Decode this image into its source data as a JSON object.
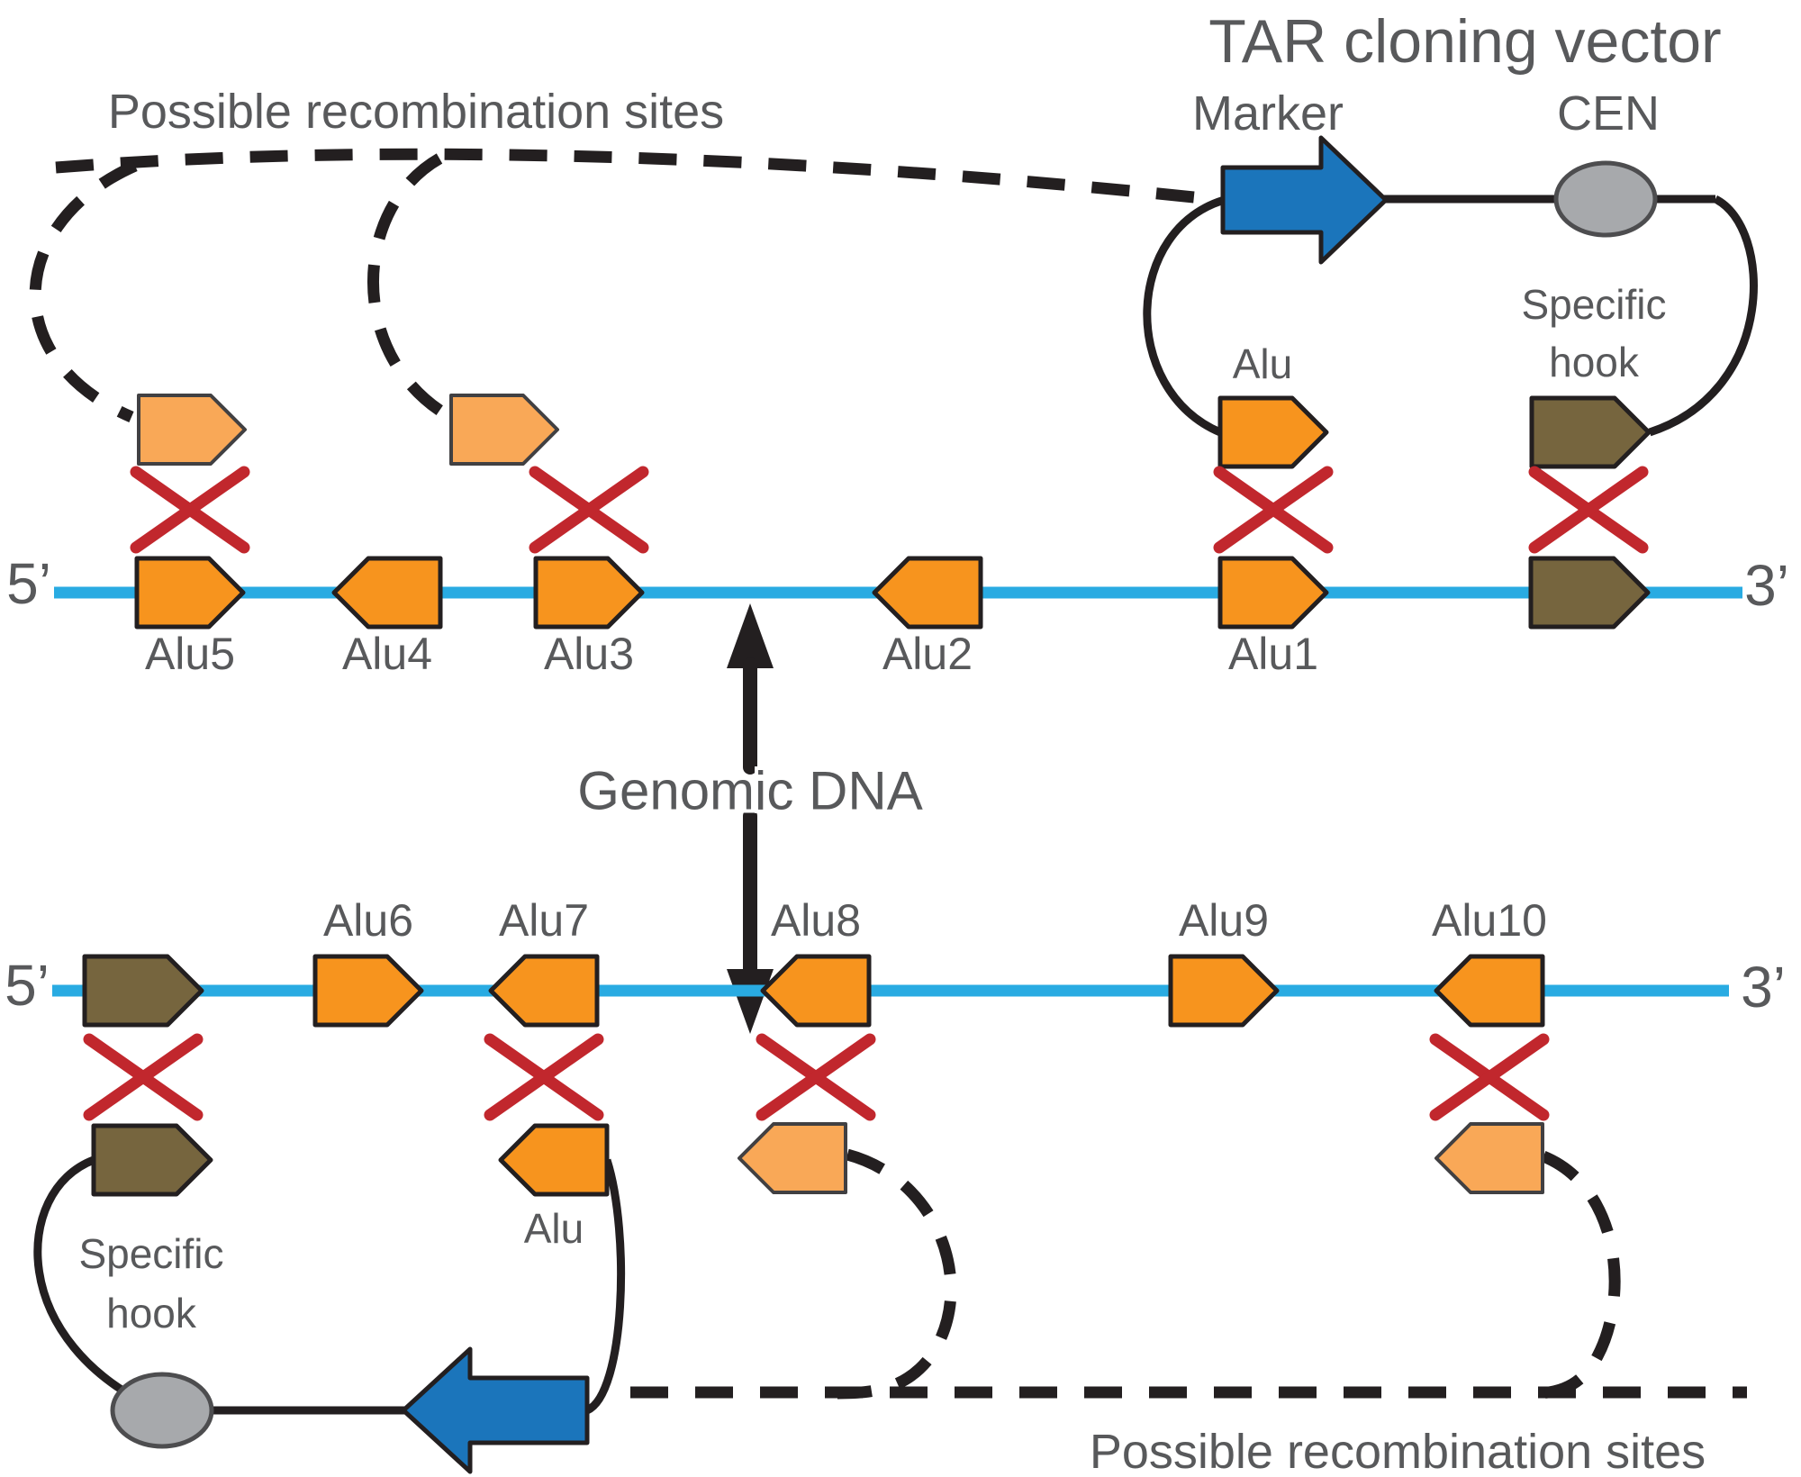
{
  "diagram": {
    "title": "TAR cloning vector",
    "possible_sites_top": "Possible recombination sites",
    "possible_sites_bottom": "Possible recombination sites",
    "genomic_dna_label": "Genomic DNA",
    "vector_top": {
      "marker_label": "Marker",
      "cen_label": "CEN",
      "hook_label_line1": "Specific",
      "hook_label_line2": "hook",
      "alu_label": "Alu"
    },
    "vector_bottom": {
      "hook_label_line1": "Specific",
      "hook_label_line2": "hook",
      "alu_label": "Alu"
    },
    "strand1": {
      "five_prime": "5’",
      "three_prime": "3’",
      "elements": [
        {
          "label": "Alu5",
          "direction": "right",
          "type": "alu"
        },
        {
          "label": "Alu4",
          "direction": "left",
          "type": "alu"
        },
        {
          "label": "Alu3",
          "direction": "right",
          "type": "alu"
        },
        {
          "label": "Alu2",
          "direction": "left",
          "type": "alu"
        },
        {
          "label": "Alu1",
          "direction": "right",
          "type": "alu"
        },
        {
          "label": "",
          "direction": "right",
          "type": "specific-hook"
        }
      ]
    },
    "strand2": {
      "five_prime": "5’",
      "three_prime": "3’",
      "elements": [
        {
          "label": "",
          "direction": "right",
          "type": "specific-hook"
        },
        {
          "label": "Alu6",
          "direction": "right",
          "type": "alu"
        },
        {
          "label": "Alu7",
          "direction": "left",
          "type": "alu"
        },
        {
          "label": "Alu8",
          "direction": "left",
          "type": "alu"
        },
        {
          "label": "Alu9",
          "direction": "right",
          "type": "alu"
        },
        {
          "label": "Alu10",
          "direction": "left",
          "type": "alu"
        }
      ]
    },
    "colors": {
      "alu_orange": "#F7941E",
      "ghost_orange": "#F9A857",
      "hook_brown": "#76653E",
      "marker_blue": "#1B75BB",
      "dna_blue": "#29ABE2",
      "cross_red": "#C1272D",
      "cen_gray": "#A7A9AC",
      "line_black": "#231F20",
      "text_gray": "#58595B"
    }
  }
}
